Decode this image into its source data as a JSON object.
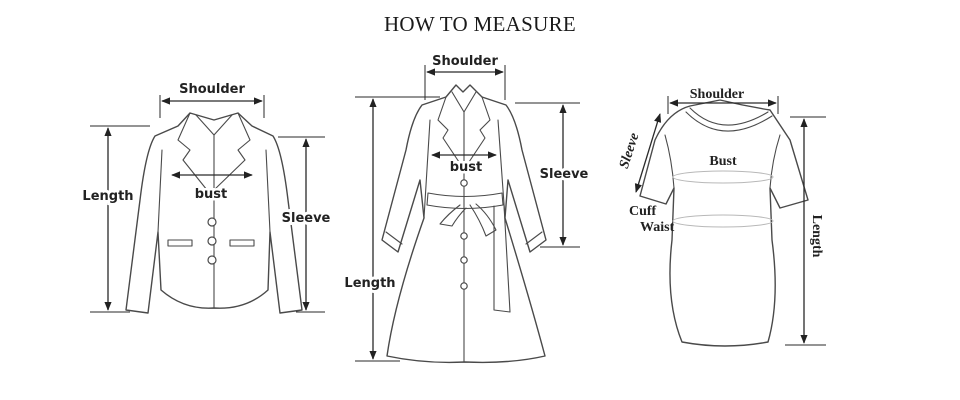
{
  "title": "HOW TO MEASURE",
  "jacket": {
    "shoulder": "Shoulder",
    "bust": "bust",
    "length": "Length",
    "sleeve": "Sleeve"
  },
  "coat": {
    "shoulder": "Shoulder",
    "bust": "bust",
    "length": "Length",
    "sleeve": "Sleeve"
  },
  "dress": {
    "shoulder": "Shoulder",
    "bust": "Bust",
    "sleeve": "Sleeve",
    "cuff": "Cuff",
    "waist": "Waist",
    "length": "Length"
  }
}
